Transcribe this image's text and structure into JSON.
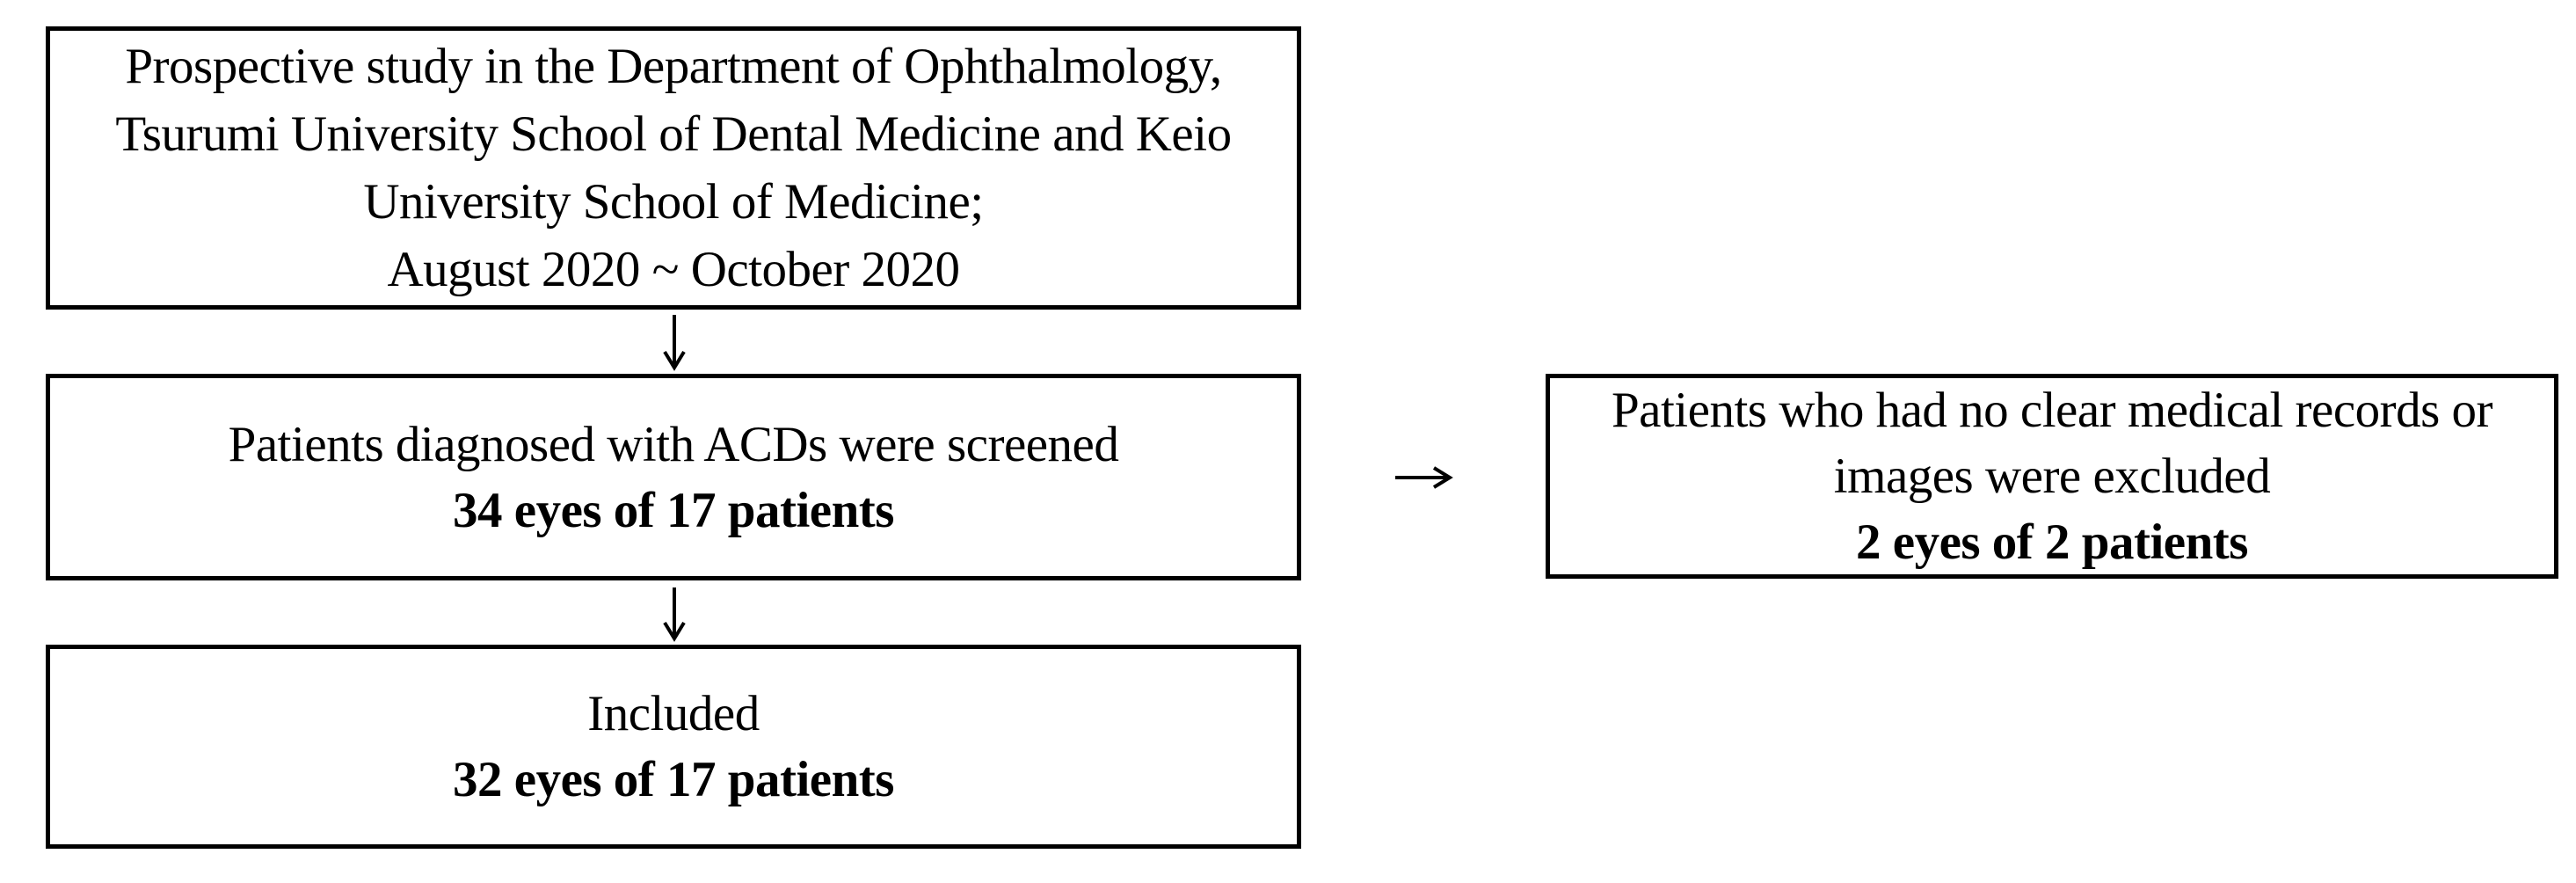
{
  "diagram": {
    "background_color": "#ffffff",
    "line_color": "#000000",
    "boxes": [
      {
        "name": "study-setting",
        "lines": [
          "Prospective study in the Department of Ophthalmology,",
          "Tsurumi University School of Dental Medicine and Keio",
          "University School of Medicine;",
          "August 2020 ~ October 2020"
        ]
      },
      {
        "name": "screened",
        "lines": [
          "Patients diagnosed with ACDs were screened",
          "34 eyes of 17 patients"
        ],
        "bold_line_index": 1
      },
      {
        "name": "excluded",
        "lines": [
          "Patients who had no clear medical records or",
          "images were excluded",
          "2 eyes of 2 patients"
        ],
        "bold_line_index": 2
      },
      {
        "name": "included",
        "lines": [
          "Included",
          "32 eyes of 17 patients"
        ],
        "bold_line_index": 1
      }
    ],
    "arrows": [
      {
        "name": "study-to-screened",
        "direction": "down"
      },
      {
        "name": "screened-to-included",
        "direction": "down"
      },
      {
        "name": "screened-to-excluded",
        "direction": "right"
      }
    ]
  }
}
